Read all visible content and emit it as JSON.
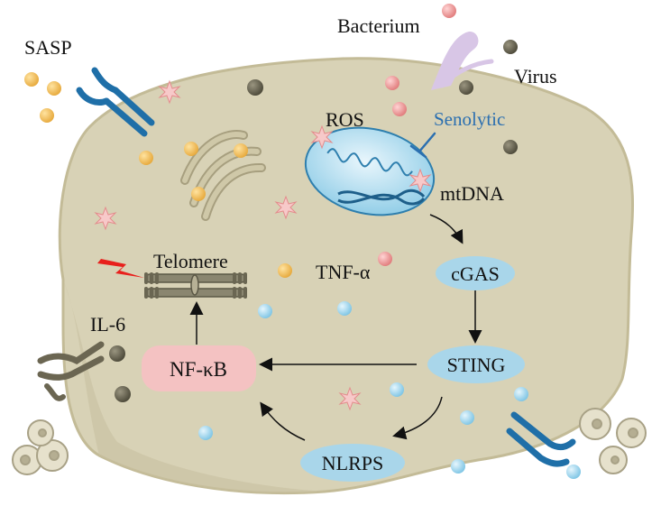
{
  "labels": {
    "bacterium": "Bacterium",
    "virus": "Virus",
    "sasp": "SASP",
    "ros": "ROS",
    "senolytic": "Senolytic",
    "mtdna": "mtDNA",
    "telomere": "Telomere",
    "tnf": "TNF-α",
    "il6": "IL-6",
    "cgas": "cGAS",
    "sting": "STING",
    "nfkb": "NF-κB",
    "nlrps": "NLRPS"
  },
  "colors": {
    "cell": "#d8d2b6",
    "cell_edge": "#c3bb97",
    "node_blue": "#a9d6ea",
    "node_pink": "#f4c2c2",
    "senolytic_blue": "#2b6fb0",
    "receptor_blue": "#1f6fa8",
    "bolt_red": "#e8201c"
  }
}
